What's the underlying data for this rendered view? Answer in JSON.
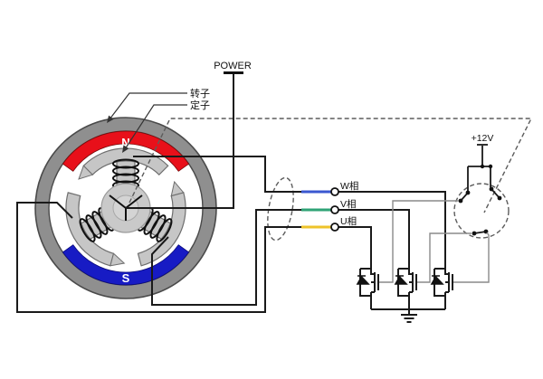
{
  "labels": {
    "power": "POWER",
    "plus12v": "+12V",
    "rotor": "转子",
    "stator": "定子",
    "north": "N",
    "south": "S"
  },
  "phases": [
    {
      "name": "W相",
      "color": "#3a57d0"
    },
    {
      "name": "V相",
      "color": "#2fa376"
    },
    {
      "name": "U相",
      "color": "#eec32a"
    }
  ],
  "colors": {
    "magnet_n": "#e8101a",
    "magnet_s": "#171bc4",
    "rotor_ring": "#8f8f8f",
    "stator_body": "#c6c6c6",
    "wire": "#1a1a1a",
    "gate_wire": "#8a8a8a",
    "dashed": "#5c5c5c"
  }
}
